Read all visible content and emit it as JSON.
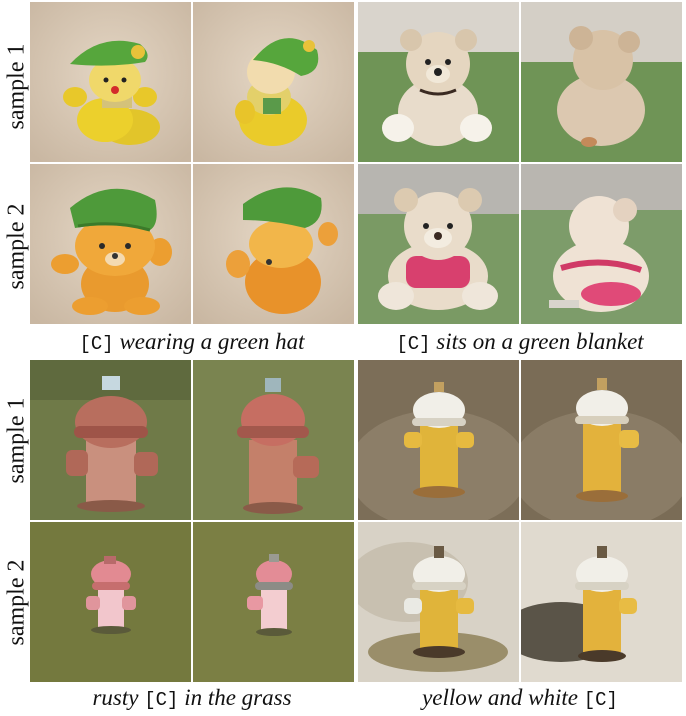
{
  "row_labels": [
    "sample 1",
    "sample 2"
  ],
  "groups": [
    {
      "caption_prefix": "",
      "token": "[C]",
      "caption_suffix": " wearing a green hat",
      "scene": "bear with green hat on beige background"
    },
    {
      "caption_prefix": "",
      "token": "[C]",
      "caption_suffix": " sits on a green blanket",
      "scene": "teddy bear on green blanket"
    },
    {
      "caption_prefix": "rusty ",
      "token": "[C]",
      "caption_suffix": " in the grass",
      "scene": "rusty fire hydrant in grass"
    },
    {
      "caption_prefix": "yellow and white ",
      "token": "[C]",
      "caption_suffix": "",
      "scene": "yellow and white fire hydrant"
    }
  ],
  "colors": {
    "beige_bg": "#d9c9b6",
    "hat_green": "#4e9a3a",
    "bear_yellow": "#e8c62a",
    "bear_orange": "#e8962c",
    "blanket_green": "#6f9456",
    "grass": "#6d7a45",
    "rust": "#b8685a",
    "hydrant_yellow": "#e0b43a",
    "hydrant_white": "#f1efe8"
  }
}
